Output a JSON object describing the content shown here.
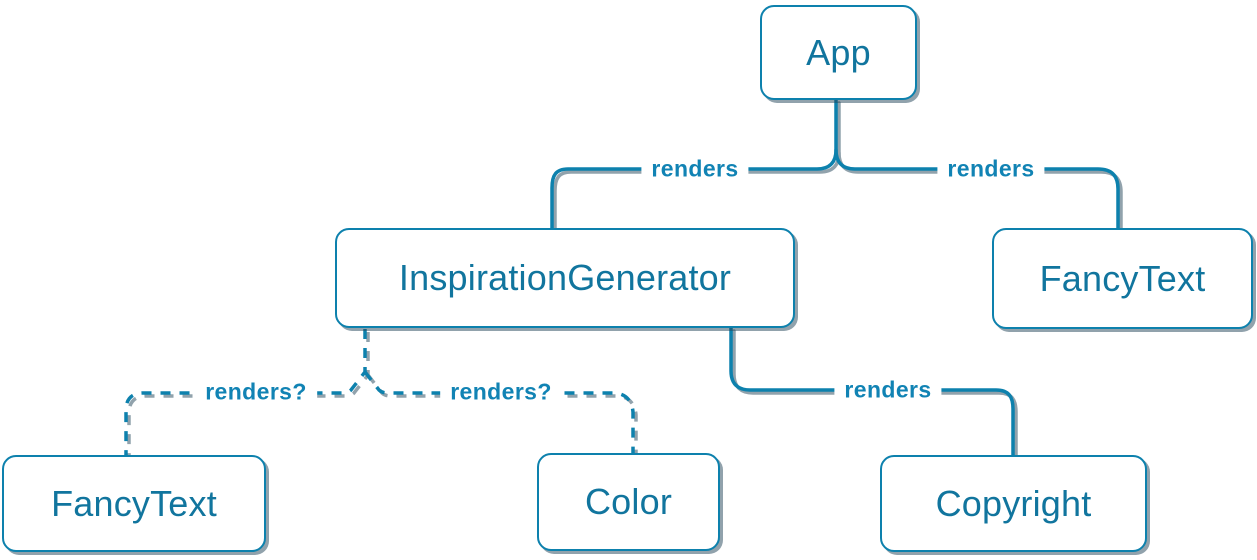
{
  "diagram": {
    "title": "React render tree diagram",
    "colors": {
      "background": "#ffffff",
      "line": "#0d81ad",
      "node_border": "#0d81ad",
      "node_background": "#ffffff",
      "node_text": "#11759e",
      "edge_label_text": "#1183b4",
      "shadow": "rgba(35,70,90,0.5)"
    },
    "nodes": [
      {
        "id": "app",
        "label": "App"
      },
      {
        "id": "inspiration-generator",
        "label": "InspirationGenerator"
      },
      {
        "id": "fancytext-top",
        "label": "FancyText"
      },
      {
        "id": "fancytext-bottom",
        "label": "FancyText"
      },
      {
        "id": "color",
        "label": "Color"
      },
      {
        "id": "copyright",
        "label": "Copyright"
      }
    ],
    "edges": [
      {
        "from": "App",
        "to": "InspirationGenerator",
        "label": "renders",
        "style": "solid"
      },
      {
        "from": "App",
        "to": "FancyText",
        "label": "renders",
        "style": "solid"
      },
      {
        "from": "InspirationGenerator",
        "to": "FancyText",
        "label": "renders?",
        "style": "dashed"
      },
      {
        "from": "InspirationGenerator",
        "to": "Color",
        "label": "renders?",
        "style": "dashed"
      },
      {
        "from": "InspirationGenerator",
        "to": "Copyright",
        "label": "renders",
        "style": "solid"
      }
    ]
  }
}
